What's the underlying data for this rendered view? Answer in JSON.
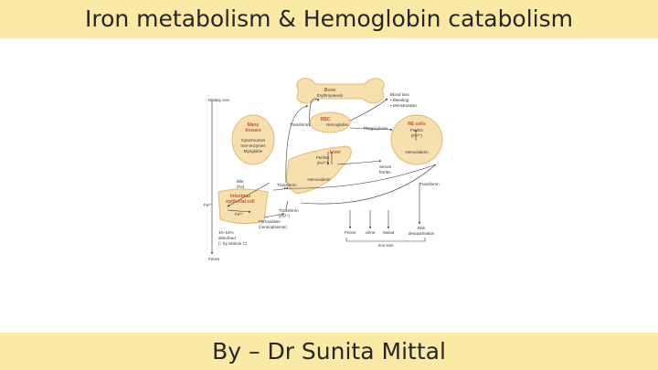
{
  "slide": {
    "title": "Iron metabolism & Hemoglobin catabolism",
    "footer": "By – Dr Sunita Mittal"
  },
  "diagram": {
    "dietary_iron": "Dietary iron",
    "feces_bottom": "Feces",
    "bone": {
      "title": "Bone",
      "item": "Erythropoiesis"
    },
    "rbc": {
      "title": "RBC",
      "item": "Hemoglobin"
    },
    "blood_loss": {
      "title": "Blood loss",
      "items": [
        "• Bleeding",
        "• Menstruation"
      ]
    },
    "many_tissues": {
      "title": [
        "Many",
        "tissues"
      ],
      "items": [
        "Cytochromes",
        "Iron-enzymes",
        "Myoglobin"
      ]
    },
    "re_cells": {
      "title": "RE cells",
      "items": [
        "Ferritin",
        "(Fe³⁺)",
        "Hemosiderin"
      ]
    },
    "liver": {
      "title": "Liver",
      "items": [
        "Ferritin",
        "(Fe³⁺)",
        "Hemosiderin"
      ]
    },
    "phagocytosis": "Phagocytosis",
    "serum_ferritin": [
      "Serum",
      "ferritin"
    ],
    "transferrin_top": "Transferrin",
    "transferrin_liver": "Transferrin",
    "transferrin_right": "Transferrin",
    "transferrin_intestine": [
      "Transferrin",
      "(Fe³⁺)"
    ],
    "bile": [
      "Bile",
      "(Fe)"
    ],
    "fe3_left": "Fe³⁺",
    "intestinal_cell": {
      "title": [
        "Intestinal",
        "epithelial cell"
      ],
      "fe2": "Fe²⁺"
    },
    "ferroxidase": [
      "Ferroxidase",
      "(ceruloplasmin)"
    ],
    "absorbed": [
      "10–15%",
      "absorbed",
      "(↑ by vitamin C)"
    ],
    "losses": [
      "Feces",
      "Urine",
      "Sweat"
    ],
    "skin": [
      "Skin",
      "desquamation"
    ],
    "iron_loss": "Iron loss"
  },
  "colors": {
    "band": "#fbeaa6",
    "organ_fill": "#f7dfae",
    "organ_stroke": "#e3b877",
    "organ_title": "#c9512d",
    "line": "#333333"
  }
}
